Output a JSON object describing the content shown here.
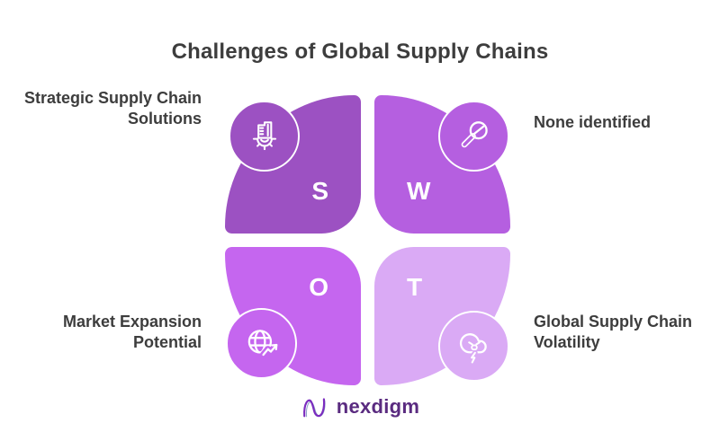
{
  "title": "Challenges of Global Supply Chains",
  "colors": {
    "strengths": "#9C51C2",
    "weaknesses": "#B55FE0",
    "opportunities": "#C566EF",
    "threats": "#DAAAF5",
    "label_text": "#3D3D3D",
    "letter_text": "#FFFFFF"
  },
  "quadrants": {
    "strengths": {
      "letter": "S",
      "label": [
        "Strategic Supply Chain",
        "Solutions"
      ],
      "icon": "gear-factory-icon"
    },
    "weaknesses": {
      "letter": "W",
      "label": [
        "None identified"
      ],
      "icon": "search-none-icon"
    },
    "opportunities": {
      "letter": "O",
      "label": [
        "Market Expansion",
        "Potential"
      ],
      "icon": "globe-growth-icon"
    },
    "threats": {
      "letter": "T",
      "label": [
        "Global Supply Chain",
        "Volatility"
      ],
      "icon": "storm-cloud-icon"
    }
  },
  "brand": {
    "logo_text": "nexdigm",
    "logo_color": "#5A2B80"
  }
}
